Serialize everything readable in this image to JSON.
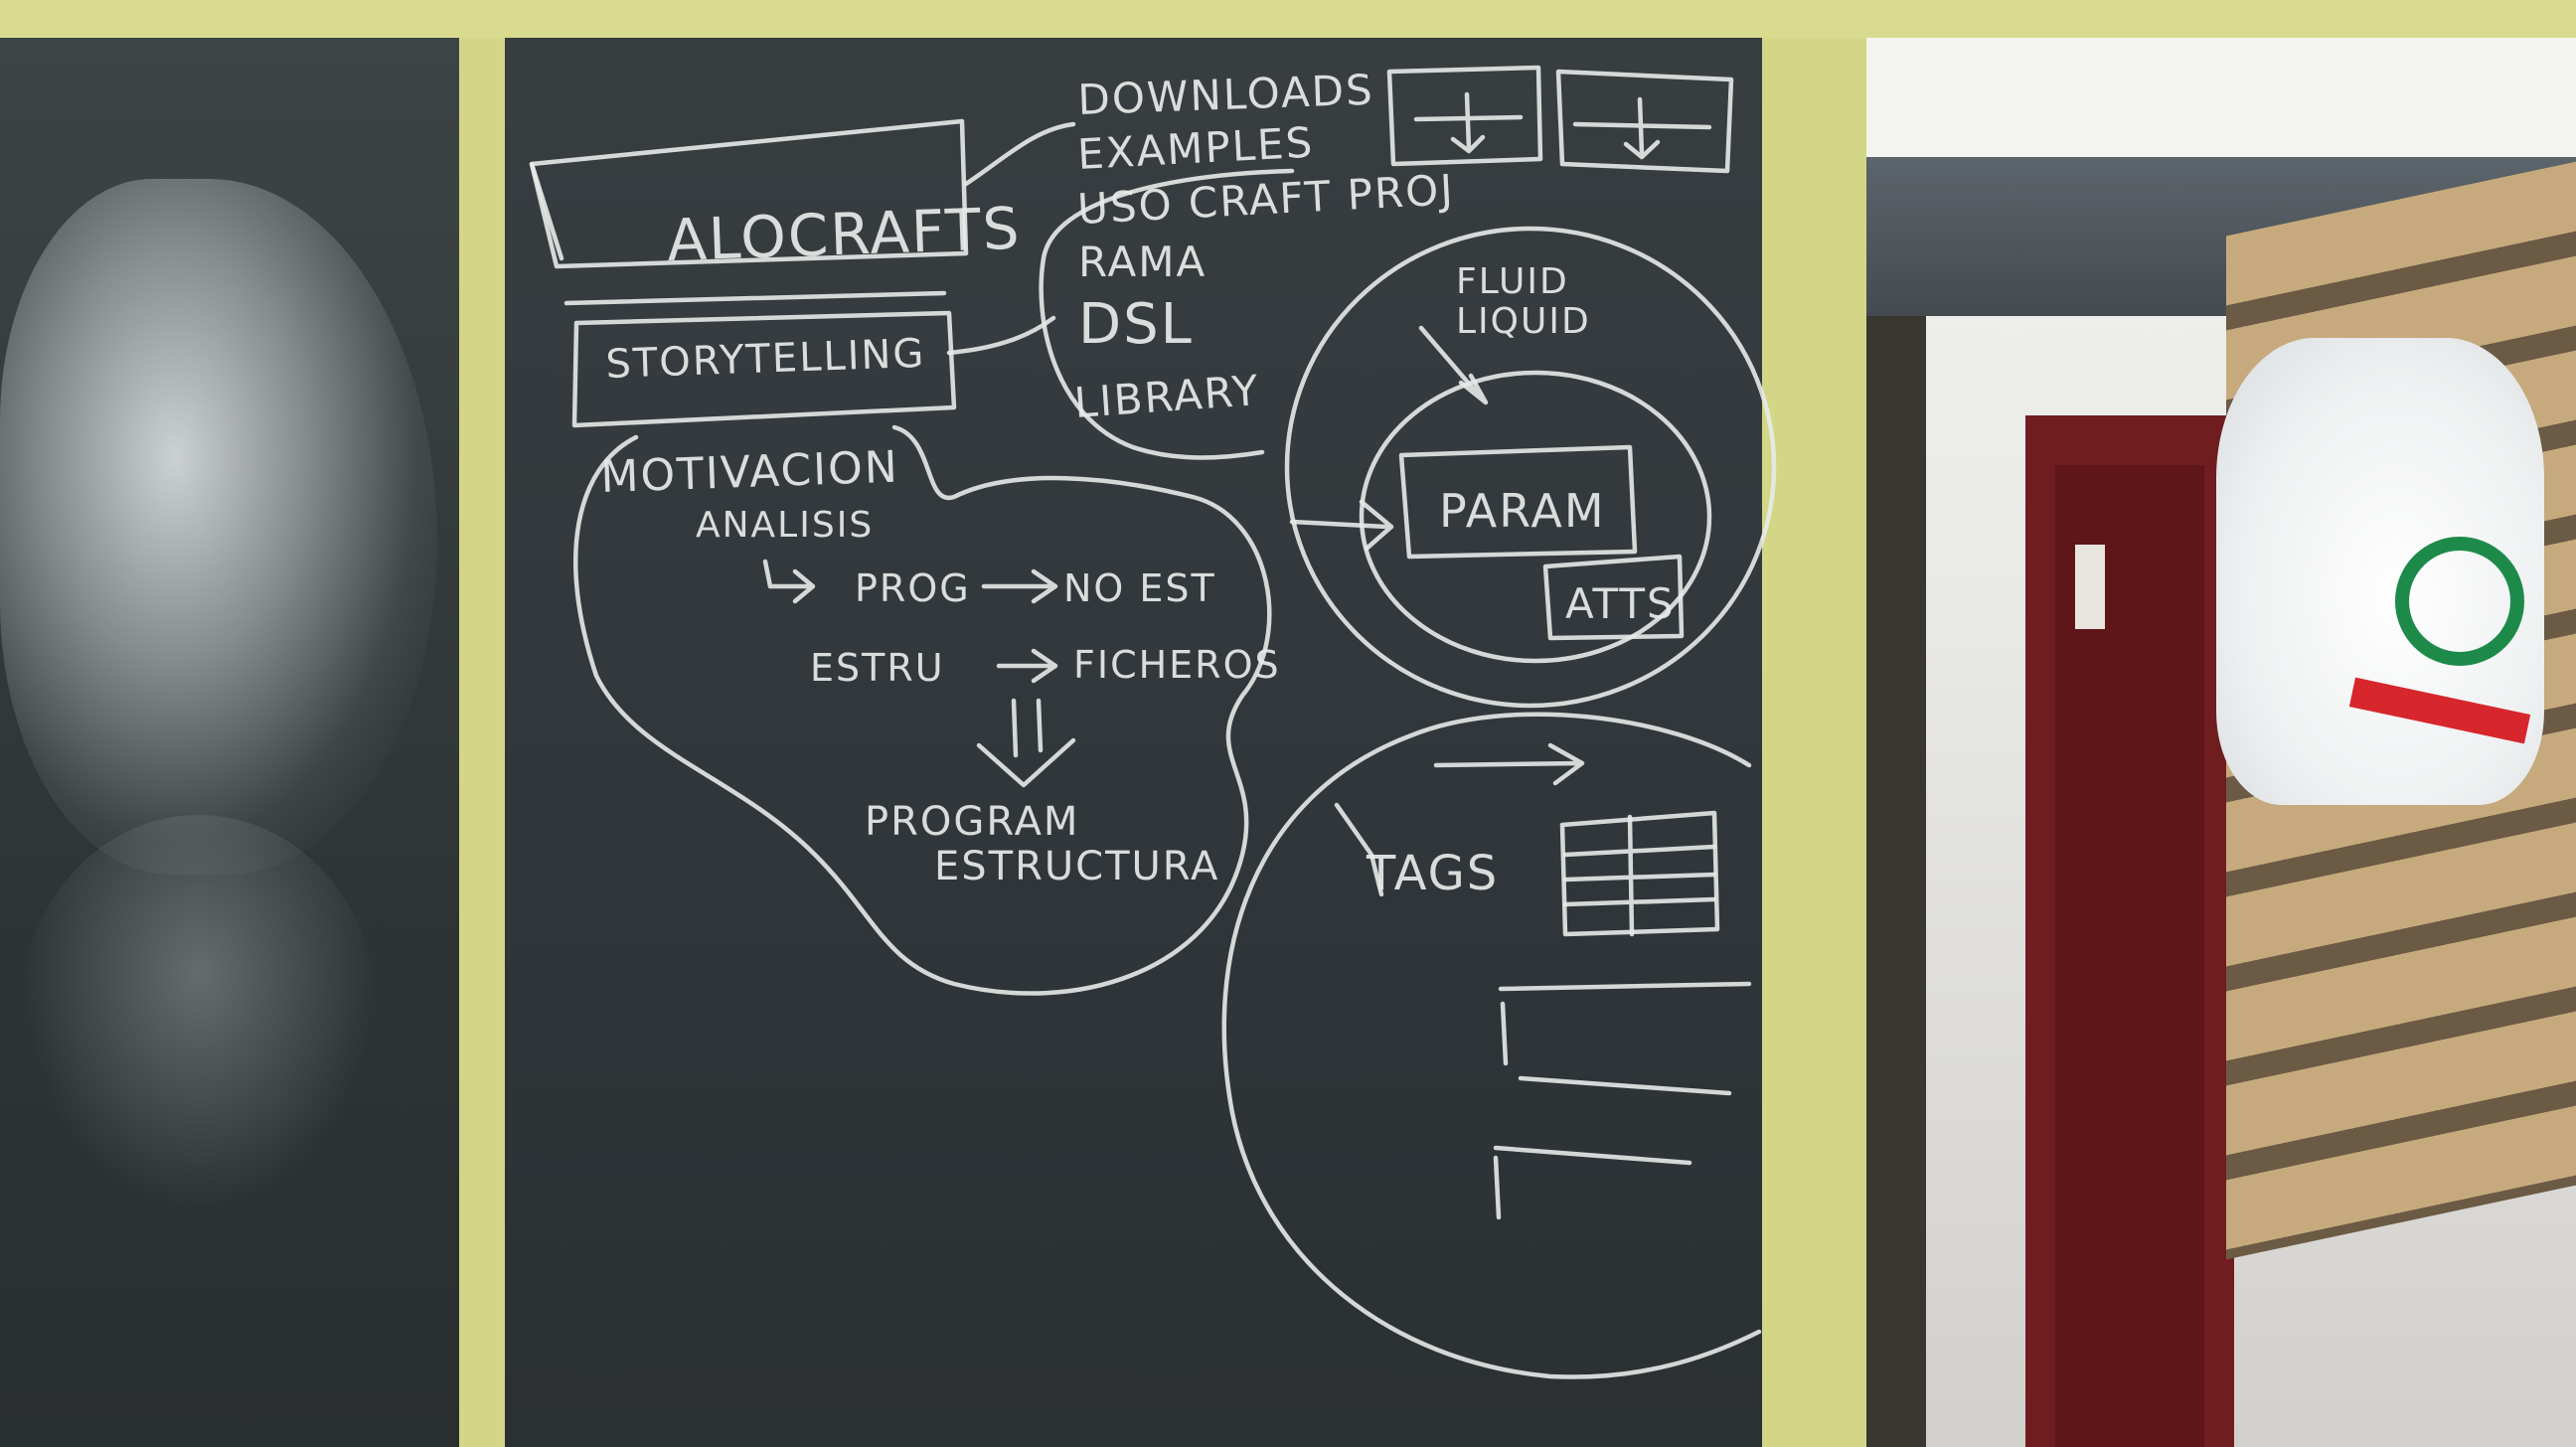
{
  "chalkboard": {
    "boxes": {
      "main_title": "ALOCRAFTS",
      "storytelling": "STORYTELLING",
      "param": "PARAM",
      "atts": "ATTS"
    },
    "right_list": [
      "DOWNLOADS",
      "EXAMPLES",
      "USO CRAFT PROJ",
      "RAMA",
      "DSL",
      "LIBRARY"
    ],
    "fluid": [
      "FLUID",
      "LIQUID"
    ],
    "motivation": {
      "title": "MOTIVACION",
      "subtitle": "ANALISIS",
      "line1_left": "PROG",
      "line1_right": "NO EST",
      "line2_left": "ESTRU",
      "line2_right": "FICHEROS",
      "result_line1": "PROGRAM",
      "result_line2": "ESTRUCTURA"
    },
    "tags_label": "TAGS"
  },
  "colors": {
    "chalkboard": "#30363a",
    "frame": "#d3d587",
    "chalk": "#e7eae8"
  }
}
